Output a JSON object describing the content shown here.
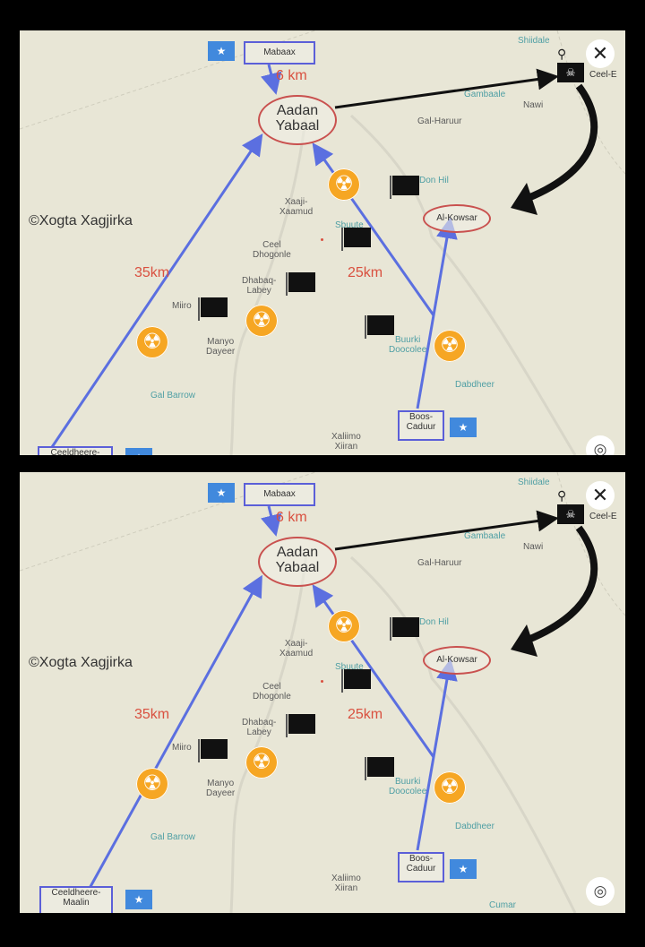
{
  "copyright": "©Xogta Xagjirka",
  "places": {
    "mabaax": "Mabaax",
    "aadan_line1": "Aadan",
    "aadan_line2": "Yabaal",
    "gal_haruur": "Gal-Haruur",
    "gambaale": "Gambaale",
    "nawi": "Nawi",
    "shiidale": "Shiidale",
    "ceel": "Ceel-E",
    "don_hil": "Don Hil",
    "al_kowsar": "Al-Kowsar",
    "xaaji_line1": "Xaaji-",
    "xaaji_line2": "Xaamud",
    "sbuute": "Sbuute",
    "ceel_dh_line1": "Ceel",
    "ceel_dh_line2": "Dhogonle",
    "dhabaq_line1": "Dhabaq-",
    "dhabaq_line2": "Labey",
    "miiro": "Miiro",
    "manyo_line1": "Manyo",
    "manyo_line2": "Dayeer",
    "buurki_line1": "Buurki",
    "buurki_line2": "Doocolee",
    "dabdheer": "Dabdheer",
    "gal_barrow": "Gal Barrow",
    "boos_line1": "Boos-",
    "boos_line2": "Caduur",
    "xaliimo_line1": "Xaliimo",
    "xaliimo_line2": "Xiiran",
    "ceeldheere_line1": "Ceeldheere-",
    "ceeldheere_line2": "Maalin",
    "cumar": "Cumar"
  },
  "distances": {
    "d6": "6 km",
    "d35": "35km",
    "d25": "25km"
  },
  "colors": {
    "route_blue": "#5b6fe0",
    "circle_red": "#c9514f",
    "radiation_orange": "#f6a623",
    "somali_blue": "#4189dd",
    "map_bg": "#e8e6d6"
  },
  "icons": {
    "close": "✕",
    "locate": "◎",
    "search": "⚲",
    "pirate": "☠",
    "star": "★",
    "radiation": "☢",
    "mountain": "▲"
  }
}
